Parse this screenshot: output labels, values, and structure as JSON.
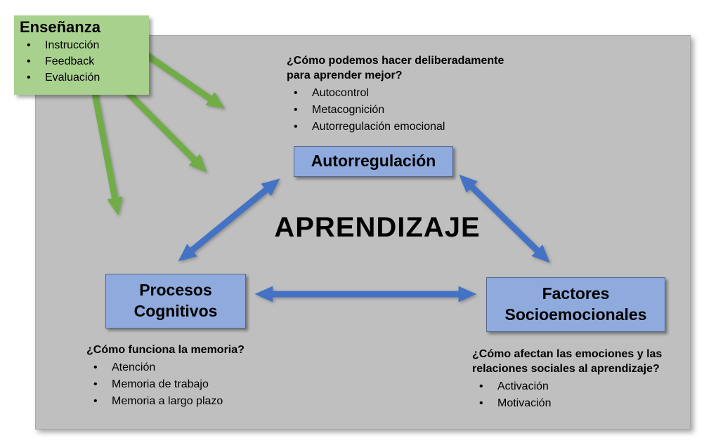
{
  "slide": {
    "center_title": "APRENDIZAJE"
  },
  "ensenanza_box": {
    "title": "Enseñanza",
    "items": [
      "Instrucción",
      "Feedback",
      "Evaluación"
    ]
  },
  "nodes": {
    "autorregulacion": {
      "label": "Autorregulación"
    },
    "procesos_cognitivos": {
      "label": "Procesos Cognitivos"
    },
    "factores_socioemocionales": {
      "label": "Factores Socioemocionales"
    }
  },
  "annotations": {
    "autorregulacion": {
      "question": "¿Cómo podemos hacer deliberadamente para aprender mejor?",
      "items": [
        "Autocontrol",
        "Metacognición",
        "Autorregulación emocional"
      ]
    },
    "procesos_cognitivos": {
      "question": "¿Cómo funciona la memoria?",
      "items": [
        "Atención",
        "Memoria de trabajo",
        "Memoria a largo plazo"
      ]
    },
    "factores_socioemocionales": {
      "question": "¿Cómo afectan las emociones y las relaciones sociales al aprendizaje?",
      "items": [
        "Activación",
        "Motivación"
      ]
    }
  },
  "colors": {
    "panel_bg": "#BFBFBF",
    "green_box": "#A9D18E",
    "green_arrow": "#70AD47",
    "blue_box": "#8FAADC",
    "blue_arrow": "#4472C4",
    "text": "#000000"
  }
}
